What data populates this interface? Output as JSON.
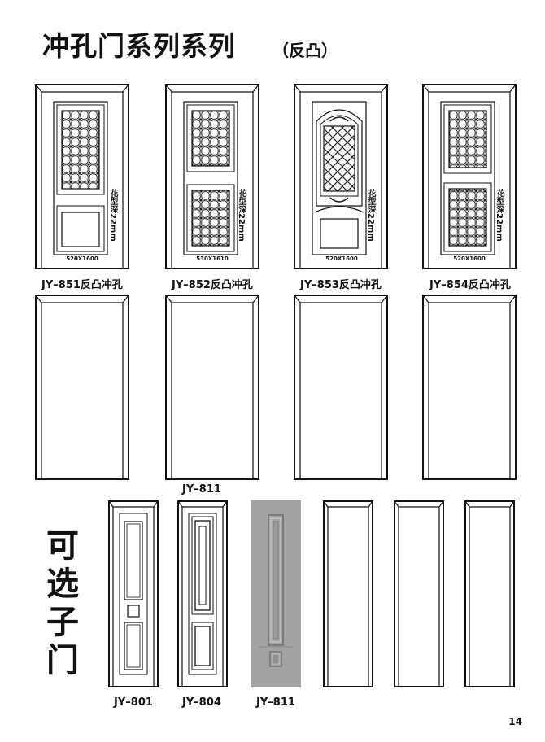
{
  "header": {
    "title": "冲孔门系列系列",
    "subtitle": "（反凸）"
  },
  "punched_doors": [
    {
      "model": "JY–851反凸冲孔",
      "size": "520X1600",
      "depth_note": "花型深22mm"
    },
    {
      "model": "JY–852反凸冲孔",
      "size": "530X1610",
      "depth_note": "花型深22mm"
    },
    {
      "model": "JY–853反凸冲孔",
      "size": "520X1600",
      "depth_note": "花型深22mm"
    },
    {
      "model": "JY–854反凸冲孔",
      "size": "520X1600",
      "depth_note": "花型深22mm"
    }
  ],
  "plain_doors": {
    "label": "JY–811"
  },
  "sub_doors": {
    "title_chars": [
      "可",
      "选",
      "子",
      "门"
    ],
    "models": [
      "JY–801",
      "JY–804",
      "JY–811"
    ]
  },
  "page": {
    "number": "14"
  },
  "colors": {
    "line": "#111111",
    "gray_panel": "#a3a3a3"
  }
}
